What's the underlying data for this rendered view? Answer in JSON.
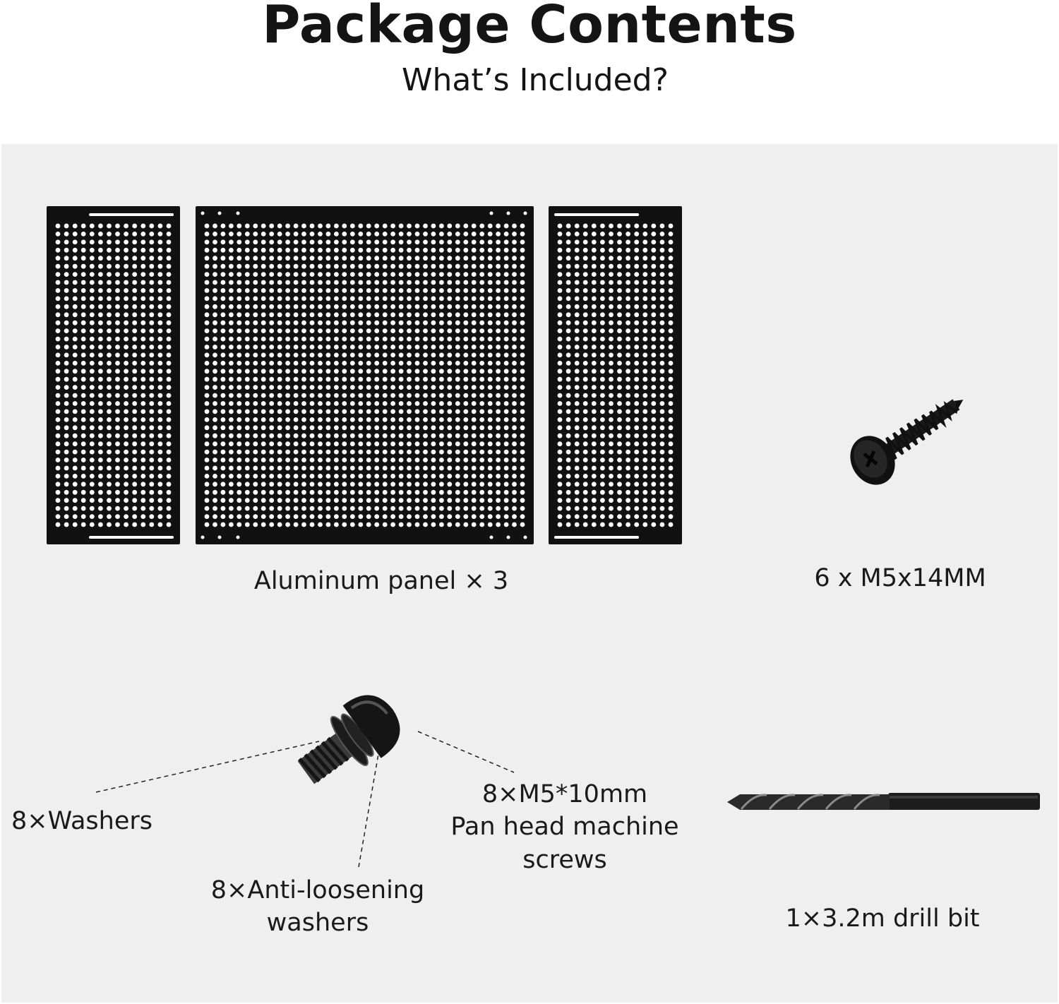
{
  "header": {
    "title": "Package Contents",
    "subtitle": "What’s Included?"
  },
  "items": {
    "panels": "Aluminum panel × 3",
    "wood_screws": "6 x M5x14MM",
    "washers": "8×Washers",
    "anti_loosening_line1": "8×Anti-loosening",
    "anti_loosening_line2": "washers",
    "machine_screws_line1": "8×M5*10mm",
    "machine_screws_line2": "Pan head machine",
    "machine_screws_line3": "screws",
    "drill_bit": "1×3.2m drill bit"
  },
  "colors": {
    "background": "#ffffff",
    "panel_area": "#efefef",
    "hardware": "#111111",
    "text": "#141414"
  }
}
